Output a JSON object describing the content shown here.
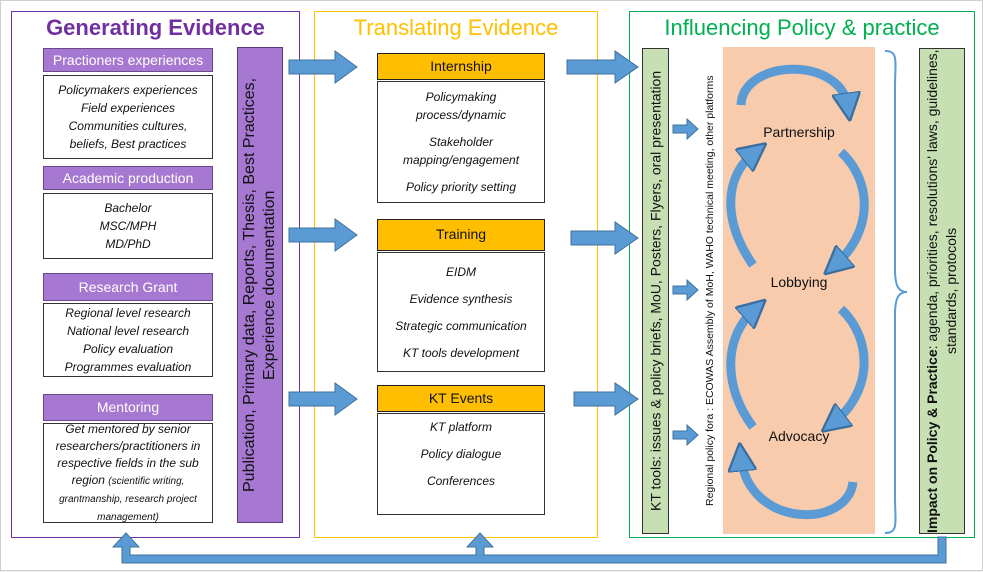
{
  "generating": {
    "title": "Generating Evidence",
    "title_color": "#7030a0",
    "practitioners": {
      "header": "Practioners experiences",
      "items": [
        "Policymakers experiences",
        "Field experiences",
        "Communities cultures,",
        "beliefs, Best practices"
      ]
    },
    "academic": {
      "header": "Academic production",
      "items": [
        "Bachelor",
        "MSC/MPH",
        "MD/PhD"
      ]
    },
    "research": {
      "header": "Research Grant",
      "items": [
        "Regional level research",
        "National level research",
        "Policy evaluation",
        "Programmes evaluation"
      ]
    },
    "mentoring": {
      "header": "Mentoring",
      "text": "Get mentored by senior researchers/practitioners in respective fields in the sub region",
      "small": "(scientific writing, grantmanship, research project management)"
    },
    "publication_bar": "Publication, Primary data, Reports, Thesis, Best Practices, Experience documentation"
  },
  "translating": {
    "title": "Translating Evidence",
    "title_color": "#ffc000",
    "internship": {
      "header": "Internship",
      "items": [
        "Policymaking process/dynamic",
        "Stakeholder mapping/engagement",
        "Policy priority setting"
      ]
    },
    "training": {
      "header": "Training",
      "items": [
        "EIDM",
        "Evidence synthesis",
        "Strategic communication",
        "KT tools development"
      ]
    },
    "kt_events": {
      "header": "KT Events",
      "items": [
        "KT platform",
        "Policy dialogue",
        "Conferences"
      ]
    }
  },
  "influencing": {
    "title": "Influencing Policy & practice",
    "title_color": "#00b050",
    "kt_tools": "KT tools: issues & policy briefs, MoU, Posters, Flyers, oral presentation",
    "regional_fora": "Regional policy fora : ECOWAS Assembly of MoH, WAHO technical meeting, other platforms",
    "cycle": [
      "Partnership",
      "Lobbying",
      "Advocacy"
    ],
    "impact_bold": "Impact on Policy & Practice",
    "impact_rest": ": agenda, priorities, resolutions' laws, guidelines, standards, protocols"
  },
  "colors": {
    "purple": "#a678d2",
    "orange": "#ffbf00",
    "green_box": "#c6e0b4",
    "peach": "#f8cbad",
    "arrow": "#5b9bd5"
  }
}
